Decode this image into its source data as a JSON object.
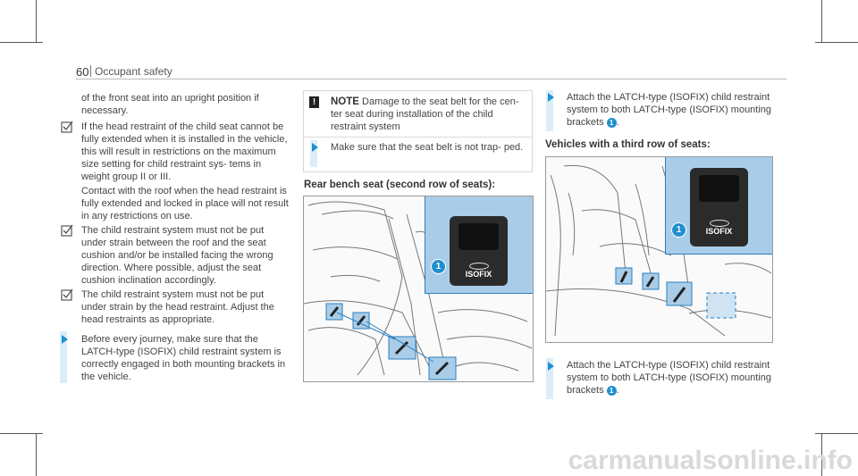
{
  "header": {
    "page_number": "60",
    "section_title": "Occupant safety"
  },
  "left_column": {
    "intro": "of the front seat into an upright position if necessary.",
    "checks": [
      "If the head restraint of the child seat cannot be fully extended when it is installed in the vehicle, this will result in restrictions on the maximum size setting for child restraint sys- tems in weight group II or III.",
      "The child restraint system must not be put under strain between the roof and the seat cushion and/or be installed facing the wrong direction. Where possible, adjust the seat cushion inclination accordingly.",
      "The child restraint system must not be put under strain by the head restraint. Adjust the head restraints as appropriate."
    ],
    "check1_extra": "Contact with the roof when the head restraint is fully extended and locked in place will not result in any restrictions on use.",
    "step": "Before every journey, make sure that the LATCH-type (ISOFIX) child restraint system is correctly engaged in both mounting brackets in the vehicle."
  },
  "middle_column": {
    "note_icon": "!",
    "note_label": "NOTE",
    "note_text_1": "Damage to the seat belt for the cen-",
    "note_text_2": "ter seat during installation of the child restraint system",
    "note_step": "Make sure that the seat belt is not trap- ped.",
    "heading": "Rear bench seat (second row of seats):",
    "figure": {
      "callout_number": "1",
      "label": "ISOFIX"
    }
  },
  "right_column": {
    "step_top_1": "Attach the LATCH-type (ISOFIX) child restraint system to both LATCH-type (ISOFIX) mounting brackets",
    "callout": "1",
    "period": ".",
    "heading": "Vehicles with a third row of seats:",
    "figure": {
      "callout_number": "1",
      "label": "ISOFIX"
    },
    "step_bottom_1": "Attach the LATCH-type (ISOFIX) child restraint system to both LATCH-type (ISOFIX) mounting brackets"
  },
  "watermark": "carmanualsonline.info",
  "colors": {
    "accent_blue": "#1f8fd0",
    "light_blue": "#dbeef8",
    "figure_blue": "#a9cde8"
  }
}
